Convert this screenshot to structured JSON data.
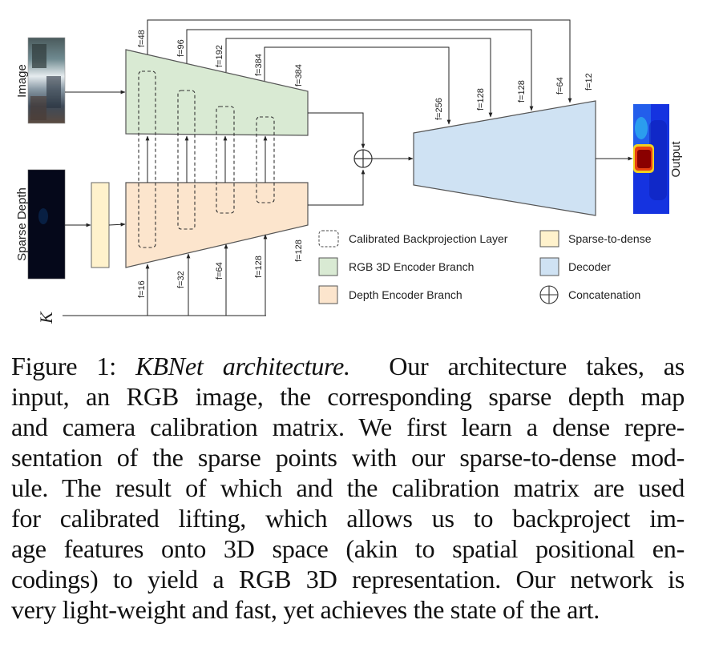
{
  "figure": {
    "inputs": {
      "image_label": "Image",
      "sparse_depth_label": "Sparse Depth",
      "calibration_label": "K"
    },
    "output_label": "Output",
    "rgb_encoder_skip_labels": [
      "f=48",
      "f=96",
      "f=192",
      "f=384",
      "f=384"
    ],
    "depth_encoder_input_labels": [
      "f=16",
      "f=32",
      "f=64",
      "f=128",
      "f=128"
    ],
    "decoder_labels": [
      "f=256",
      "f=128",
      "f=128",
      "f=64",
      "f=12"
    ],
    "legend": [
      {
        "key": "backprojection",
        "label": "Calibrated Backprojection Layer"
      },
      {
        "key": "sparse_to_dense",
        "label": "Sparse-to-dense"
      },
      {
        "key": "rgb_encoder",
        "label": "RGB 3D Encoder Branch"
      },
      {
        "key": "decoder",
        "label": "Decoder"
      },
      {
        "key": "depth_encoder",
        "label": "Depth Encoder Branch"
      },
      {
        "key": "concatenation",
        "label": "Concatenation"
      }
    ],
    "colors": {
      "rgb_encoder": "#d9ead3",
      "depth_encoder": "#fce5cd",
      "sparse_to_dense": "#fff2cc",
      "decoder": "#cfe2f3",
      "stroke": "#333333"
    }
  },
  "caption": {
    "prefix": "Figure 1: ",
    "title": "KBNet architecture.",
    "lines": [
      "Our architecture takes, as",
      "input, an RGB image, the corresponding sparse depth map",
      "and camera calibration matrix. We first learn a dense repre-",
      "sentation of the sparse points with our sparse-to-dense mod-",
      "ule. The result of which and the calibration matrix are used",
      "for calibrated lifting, which allows us to backproject im-",
      "age features onto 3D space (akin to spatial positional en-",
      "codings) to yield a RGB 3D representation. Our network is",
      "very light-weight and fast, yet achieves the state of the art."
    ]
  }
}
